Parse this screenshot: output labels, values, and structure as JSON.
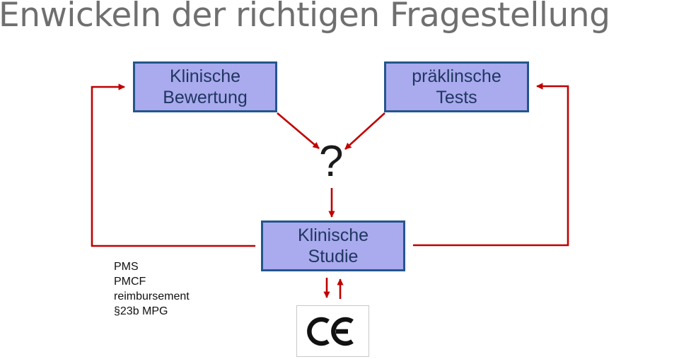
{
  "slide": {
    "title": "Enwickeln der richtigen Fragestellung"
  },
  "boxes": {
    "klinische_bewertung": "Klinische\nBewertung",
    "praeklinische_tests": "präklinsche\nTests",
    "klinische_studie": "Klinische\nStudie"
  },
  "question_mark": "?",
  "notes": [
    "PMS",
    "PMCF",
    "reimbursement",
    "§23b MPG"
  ],
  "colors": {
    "box_fill": "#aaaaee",
    "box_border": "#24568c",
    "arrow": "#c00000"
  },
  "logo": {
    "icon": "ce-mark-icon",
    "text": "CE"
  }
}
